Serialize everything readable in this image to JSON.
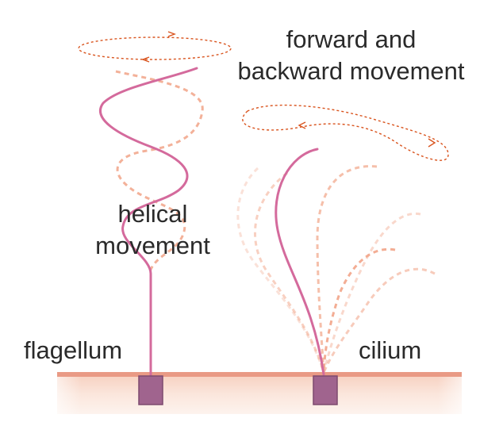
{
  "labels": {
    "forward_line1": "forward and",
    "forward_line2": "backward movement",
    "helical_line1": "helical",
    "helical_line2": "movement",
    "flagellum": "flagellum",
    "cilium": "cilium"
  },
  "colors": {
    "organelle": "#d46a9c",
    "ghost_path": "#f2a98e",
    "motion_arrow": "#d9541e",
    "membrane_top": "#e99a85",
    "membrane_fill": "#f9ddd0",
    "basal_body": "#a0648e",
    "basal_body_stroke": "#7d4a6f",
    "text": "#2a2a2a"
  }
}
